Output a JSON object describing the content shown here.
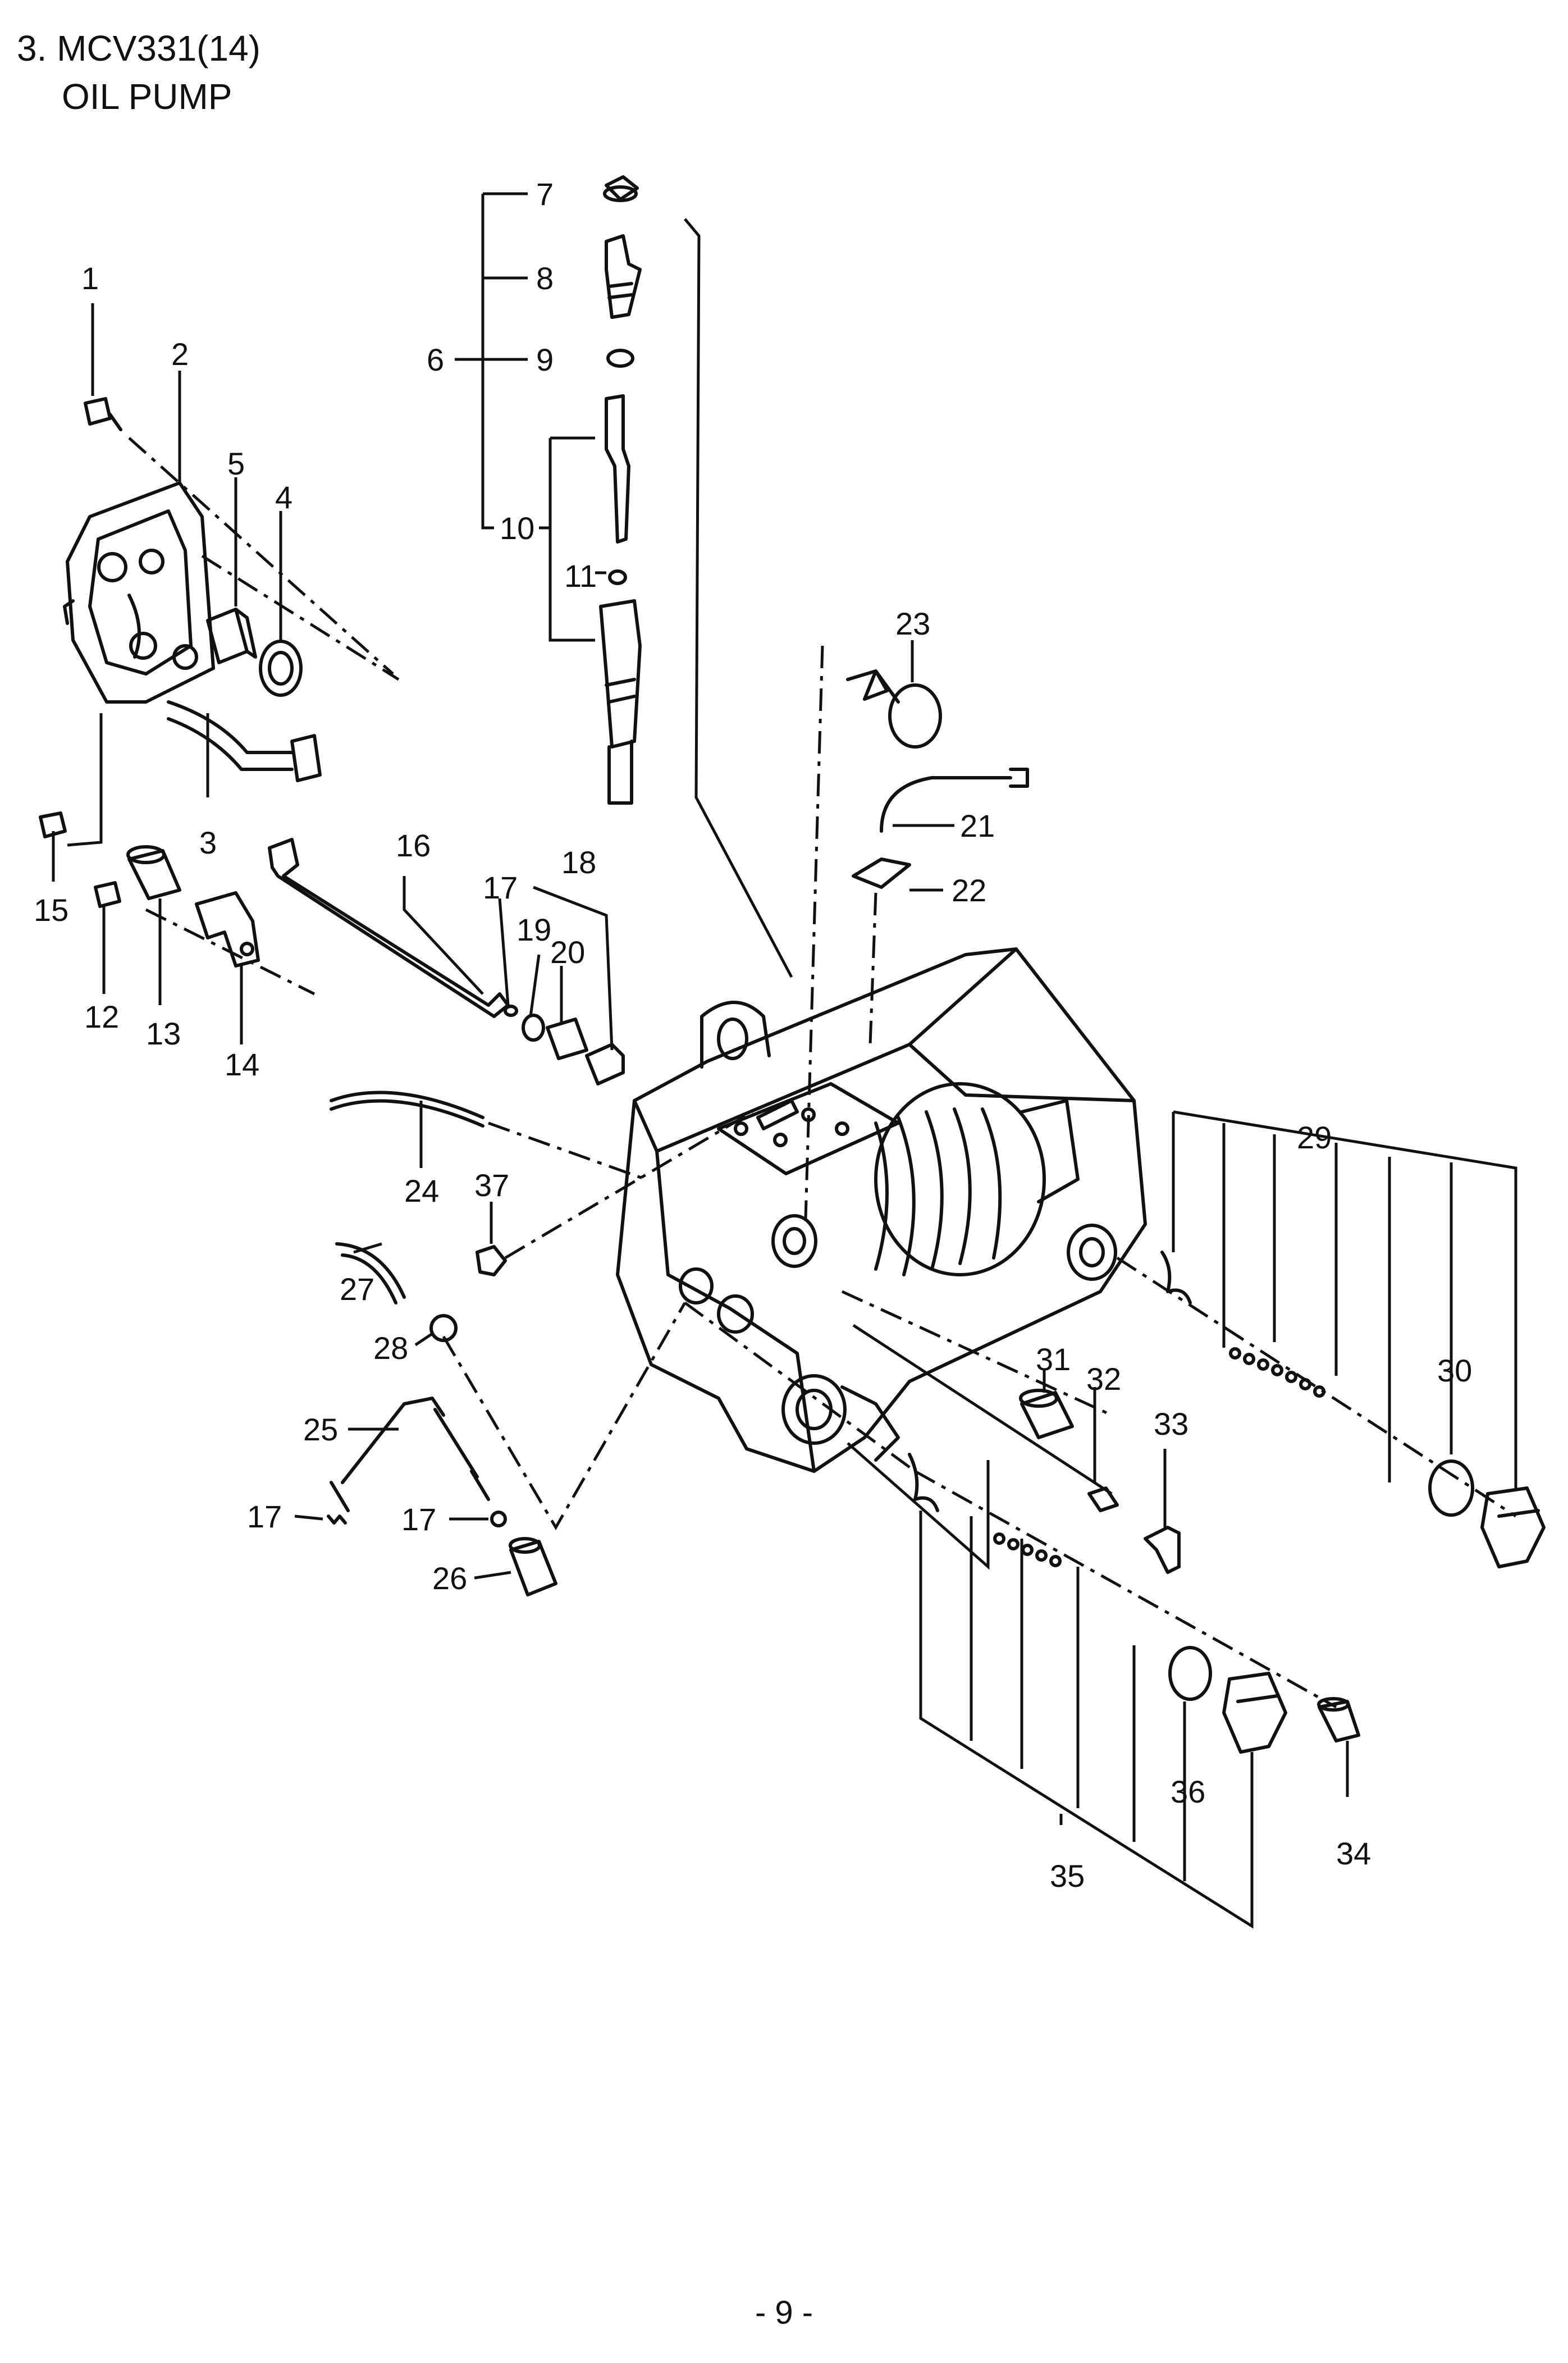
{
  "header": {
    "line1": "3. MCV331(14)",
    "line2": "OIL  PUMP"
  },
  "callouts": [
    "1",
    "2",
    "3",
    "4",
    "5",
    "6",
    "7",
    "8",
    "9",
    "10",
    "11",
    "12",
    "13",
    "14",
    "15",
    "16",
    "17",
    "17",
    "17",
    "18",
    "19",
    "20",
    "21",
    "22",
    "23",
    "24",
    "25",
    "26",
    "27",
    "28",
    "29",
    "30",
    "31",
    "32",
    "33",
    "34",
    "35",
    "36",
    "37"
  ],
  "footer": {
    "page_number": "- 9 -"
  }
}
